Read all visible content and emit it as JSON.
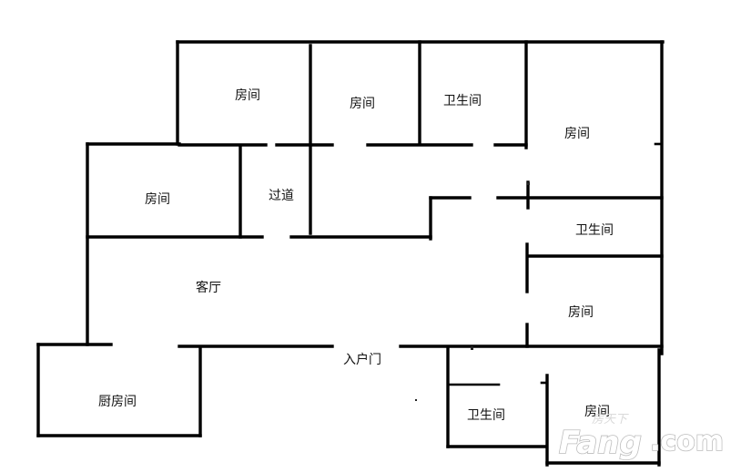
{
  "rooms": [
    {
      "label": "房间"
    },
    {
      "label": "房间"
    },
    {
      "label": "卫生间"
    },
    {
      "label": "房间"
    },
    {
      "label": "房间"
    },
    {
      "label": "过道"
    },
    {
      "label": "卫生间"
    },
    {
      "label": "客厅"
    },
    {
      "label": "房间"
    },
    {
      "label": "入户门"
    },
    {
      "label": "厨房间"
    },
    {
      "label": "卫生间"
    },
    {
      "label": "房间"
    }
  ],
  "watermark": {
    "brand_cn": "房天下",
    "brand": "Fang",
    "domain_suffix": ".com"
  }
}
